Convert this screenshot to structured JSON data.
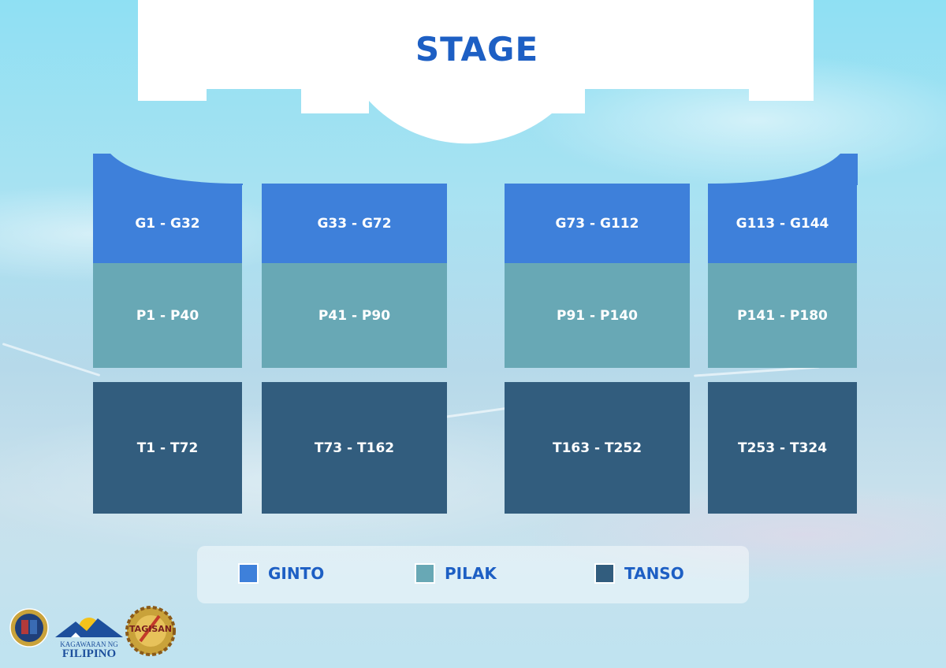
{
  "stage": {
    "label": "STAGE"
  },
  "sections": {
    "ginto": [
      "G1 - G32",
      "G33 - G72",
      "G73 - G112",
      "G113 - G144"
    ],
    "pilak": [
      "P1 - P40",
      "P41 - P90",
      "P91 - P140",
      "P141 - P180"
    ],
    "tanso": [
      "T1 - T72",
      "T73 - T162",
      "T163 - T252",
      "T253 - T324"
    ]
  },
  "legend": {
    "ginto": {
      "label": "GINTO",
      "color": "#3e80da"
    },
    "pilak": {
      "label": "PILAK",
      "color": "#68a8b5"
    },
    "tanso": {
      "label": "TANSO",
      "color": "#325d7e"
    }
  },
  "logos": {
    "kagawaran_line1": "KAGAWARAN NG",
    "kagawaran_line2": "FILIPINO",
    "tagisan": "TAGISAN"
  }
}
